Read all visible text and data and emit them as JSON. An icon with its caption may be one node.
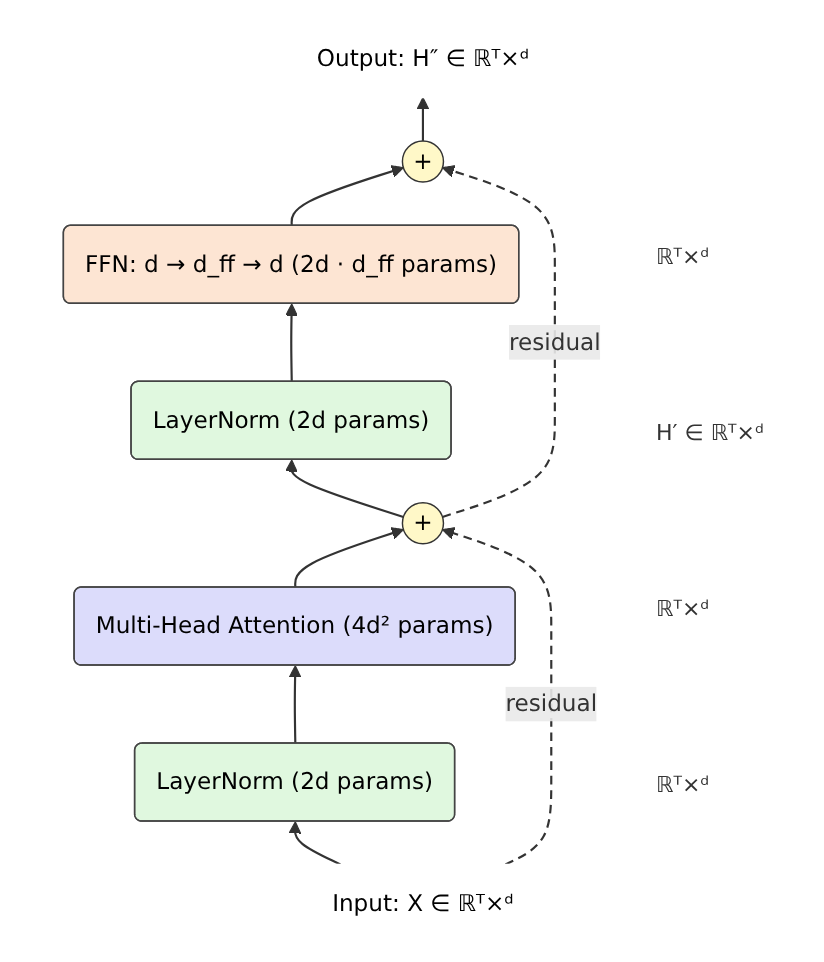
{
  "diagram": {
    "nodes": [
      {
        "text": [
          "Output: H″ ∈ ℝᵀ×ᵈ"
        ]
      },
      {
        "text": [
          "+"
        ]
      },
      {
        "text": [
          "FFN: d → d_ff → d   (2d · d_ff params)"
        ]
      },
      {
        "text": [
          "LayerNorm   (2d params)"
        ]
      },
      {
        "text": [
          "+"
        ]
      },
      {
        "text": [
          "Multi-Head Attention   (4d² params)"
        ]
      },
      {
        "text": [
          "LayerNorm   (2d params)"
        ]
      },
      {
        "text": [
          "Input: X ∈ ℝᵀ×ᵈ"
        ]
      }
    ],
    "edges": [
      {
        "from": 7,
        "to": 6,
        "arrow": "to"
      },
      {
        "from": 6,
        "to": 5,
        "arrow": "to"
      },
      {
        "from": 5,
        "to": 4,
        "arrow": "to"
      },
      {
        "from": 4,
        "to": 3,
        "arrow": "to"
      },
      {
        "from": 3,
        "to": 2,
        "arrow": "to"
      },
      {
        "from": 2,
        "to": 1,
        "arrow": "to"
      },
      {
        "from": 1,
        "to": 0,
        "arrow": "to"
      },
      {
        "from": 4,
        "to": 1,
        "arrow": "to",
        "label": "residual",
        "style": "dashed"
      },
      {
        "from": 7,
        "to": 4,
        "arrow": "to",
        "label": "residual",
        "style": "dashed"
      }
    ],
    "labels": [
      "ℝᵀ×ᵈ",
      "H′ ∈ ℝᵀ×ᵈ",
      "ℝᵀ×ᵈ",
      "ℝᵀ×ᵈ"
    ]
  }
}
